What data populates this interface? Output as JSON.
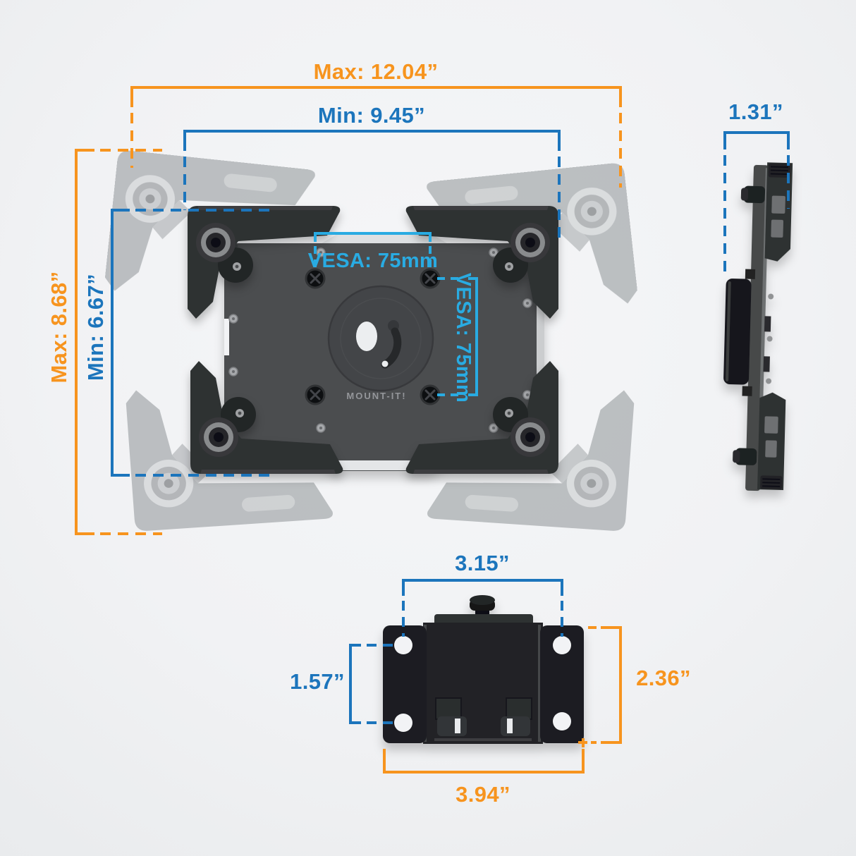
{
  "colors": {
    "accent_orange": "#F7941E",
    "accent_blue": "#1C75BC",
    "accent_cyan": "#29ABE2",
    "background": "#F2F3F5",
    "plate_gray": "#4B4D50",
    "arm_black": "#2E3032",
    "ghost_gray": "#B2B5B8"
  },
  "main_view": {
    "brand": "MOUNT-IT!",
    "max_width": "Max: 12.04”",
    "min_width": "Min: 9.45”",
    "max_height": "Max: 8.68”",
    "min_height": "Min: 6.67”",
    "vesa_horizontal": "VESA: 75mm",
    "vesa_vertical": "VESA: 75mm"
  },
  "side_view": {
    "width": "1.31”"
  },
  "bottom_view": {
    "hole_spacing_width": "3.15”",
    "hole_spacing_height": "1.57”",
    "height": "2.36”",
    "width": "3.94”"
  }
}
